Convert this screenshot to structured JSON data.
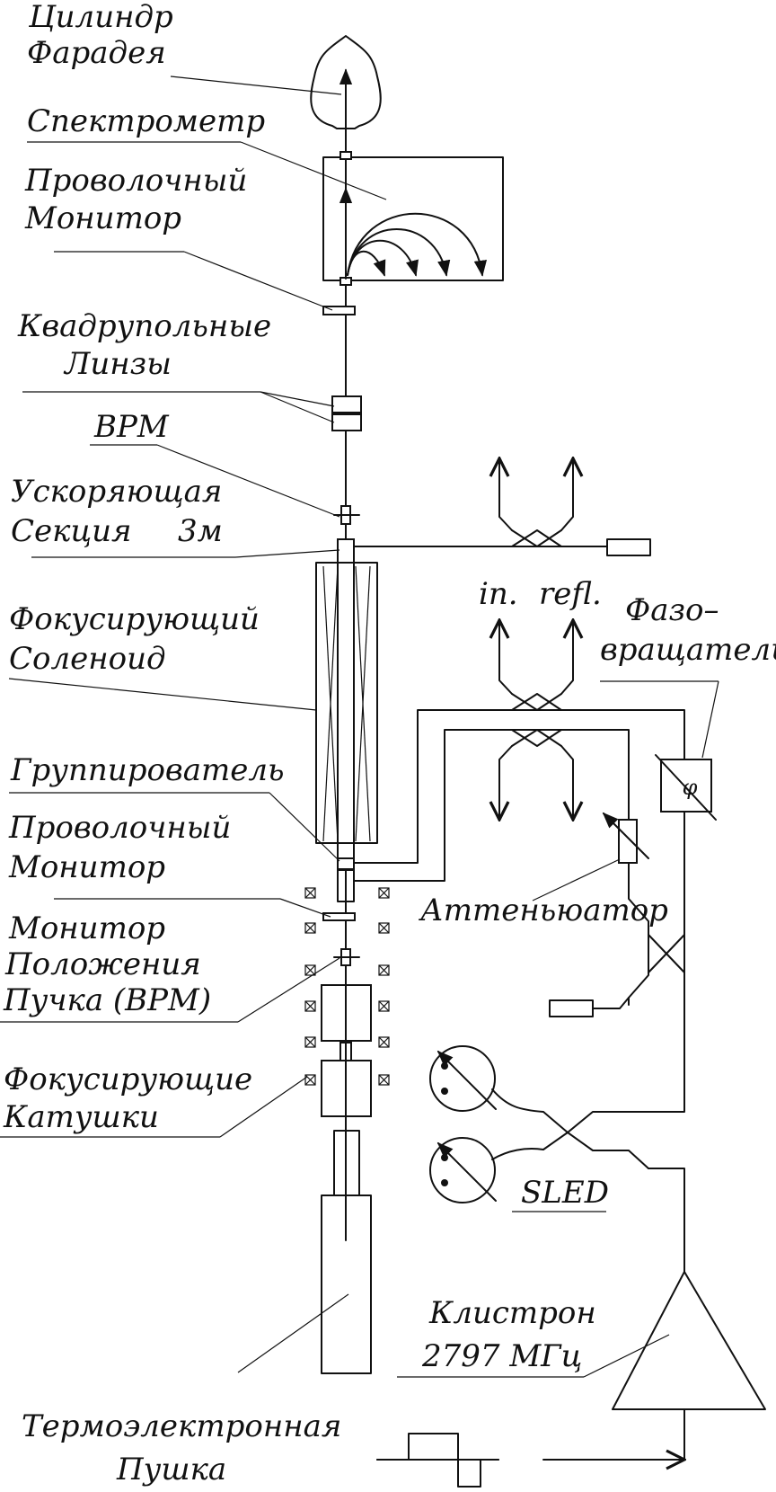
{
  "labels": {
    "faraday_1": "Цилиндр",
    "faraday_2": "Фарадея",
    "spectrometer": "Спектрометр",
    "wire_monitor_top_1": "Проволочный",
    "wire_monitor_top_2": "Монитор",
    "quad_1": "Квадрупольные",
    "quad_2": "Линзы",
    "bpm_top": "ВРМ",
    "accel_1": "Ускоряющая",
    "accel_2": "Секция",
    "accel_len": "3м",
    "in_label": "in.",
    "refl_label": "refl.",
    "phase_1": "Фазо–",
    "phase_2": "вращатель",
    "solenoid_1": "Фокусирующий",
    "solenoid_2": "Соленоид",
    "buncher": "Группирователь",
    "wire_monitor_bot_1": "Проволочный",
    "wire_monitor_bot_2": "Монитор",
    "attenuator": "Аттеньюатор",
    "bpm_bot_1": "Монитор",
    "bpm_bot_2": "Положения",
    "bpm_bot_3": "Пучка (ВРМ)",
    "coils_1": "Фокусирующие",
    "coils_2": "Катушки",
    "sled": "SLED",
    "klystron_1": "Клистрон",
    "klystron_2": "2797 МГц",
    "gun_1": "Термоэлектронная",
    "gun_2": "Пушка"
  }
}
